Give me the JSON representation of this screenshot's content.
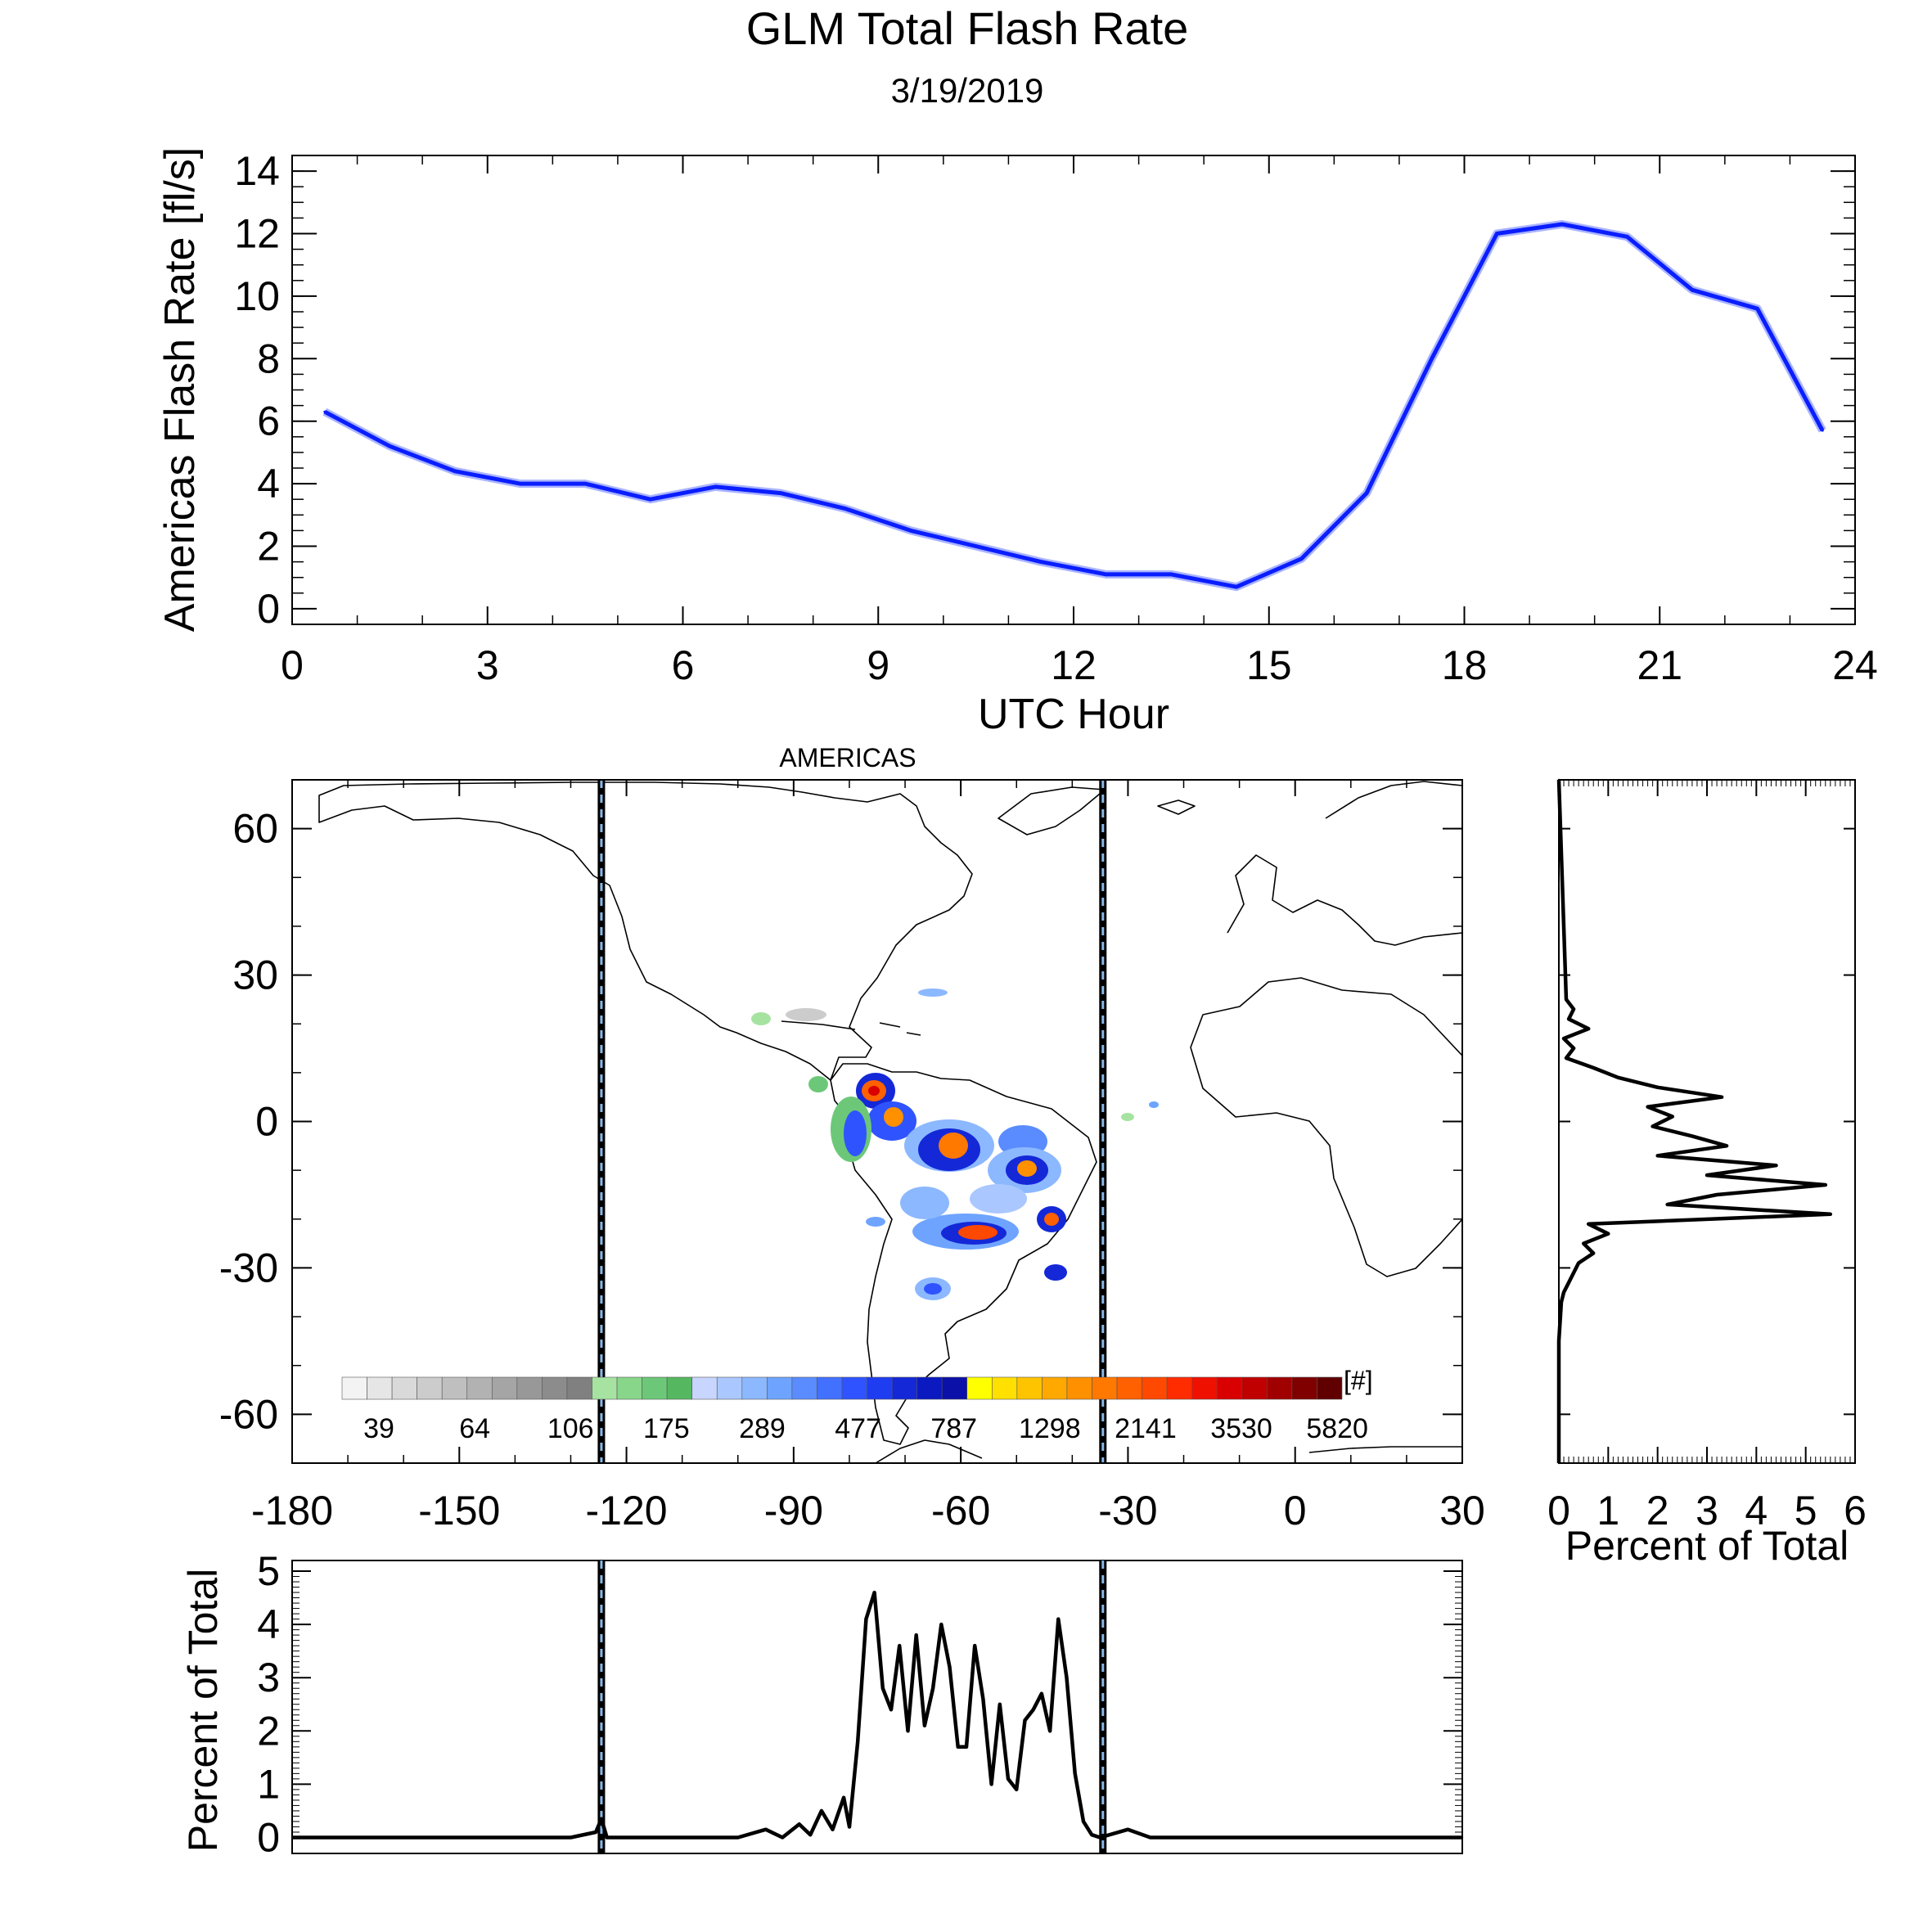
{
  "title": "GLM Total Flash Rate",
  "date": "3/19/2019",
  "colors": {
    "rate_line": "#0a1eff",
    "profile_line": "#000000",
    "bound_dash": "#88b8e8"
  },
  "chart_data": [
    {
      "id": "hourly-rate",
      "type": "line",
      "xlabel": "UTC Hour",
      "ylabel": "Americas Flash Rate [fl/s]",
      "xlim": [
        0,
        24
      ],
      "ylim": [
        -0.5,
        14.5
      ],
      "xticks": [
        "0",
        "3",
        "6",
        "9",
        "12",
        "15",
        "18",
        "21",
        "24"
      ],
      "yticks": [
        "0",
        "2",
        "4",
        "6",
        "8",
        "10",
        "12",
        "14"
      ],
      "x": [
        0.5,
        1.5,
        2.5,
        3.5,
        4.5,
        5.5,
        6.5,
        7.5,
        8.5,
        9.5,
        10.5,
        11.5,
        12.5,
        13.5,
        14.5,
        15.5,
        16.5,
        17.5,
        18.5,
        19.5,
        20.5,
        21.5,
        22.5,
        23.5
      ],
      "y": [
        6.3,
        5.2,
        4.4,
        4.0,
        4.0,
        3.5,
        3.9,
        3.7,
        3.2,
        2.5,
        2.0,
        1.5,
        1.1,
        1.1,
        0.7,
        1.6,
        3.7,
        8.0,
        12.0,
        12.3,
        11.9,
        10.2,
        9.6,
        5.7
      ]
    },
    {
      "id": "flash-density-map",
      "type": "heatmap",
      "title": "AMERICAS",
      "xlim": [
        -180,
        30
      ],
      "ylim": [
        -70,
        70
      ],
      "xticks": [
        "-180",
        "-150",
        "-120",
        "-90",
        "-60",
        "-30",
        "0",
        "30"
      ],
      "yticks": [
        "60",
        "30",
        "0",
        "-30",
        "-60"
      ],
      "domain_bounds_lon": [
        -124.5,
        -34.5
      ],
      "colorbar": {
        "unit": "[#]",
        "labels": [
          "39",
          "64",
          "106",
          "175",
          "289",
          "477",
          "787",
          "1298",
          "2141",
          "3530",
          "5820"
        ],
        "colors": [
          "#f3f3f3",
          "#e6e6e6",
          "#d9d9d9",
          "#cccccc",
          "#bfbfbf",
          "#b2b2b2",
          "#a5a5a5",
          "#989898",
          "#8c8c8c",
          "#808080",
          "#a6e3a1",
          "#88d68a",
          "#6cc878",
          "#55b860",
          "#c8d6ff",
          "#aac8ff",
          "#8cb8ff",
          "#6ea4ff",
          "#5a8cff",
          "#4270ff",
          "#2f54ff",
          "#1e3cf0",
          "#1428d8",
          "#0a1ac0",
          "#0a10a8",
          "#ffff00",
          "#ffe000",
          "#ffc400",
          "#ffa800",
          "#ff9000",
          "#ff7800",
          "#ff6000",
          "#ff4800",
          "#ff2c00",
          "#f01000",
          "#d80000",
          "#c00000",
          "#a00000",
          "#800000",
          "#600000"
        ]
      }
    },
    {
      "id": "lon-profile",
      "type": "line",
      "ylabel": "Percent of Total",
      "xlim": [
        -180,
        30
      ],
      "ylim": [
        -0.3,
        5.2
      ],
      "yticks": [
        "0",
        "1",
        "2",
        "3",
        "4",
        "5"
      ],
      "x": [
        -180,
        -130,
        -125.5,
        -124.5,
        -123.5,
        -118,
        -100,
        -95,
        -92,
        -89,
        -87,
        -85,
        -83,
        -81,
        -80,
        -78.5,
        -77,
        -75.5,
        -74,
        -72.5,
        -71,
        -69.5,
        -68,
        -66.5,
        -65,
        -63.5,
        -62,
        -60.5,
        -59,
        -57.5,
        -56,
        -54.5,
        -53,
        -51.5,
        -50,
        -48.5,
        -47,
        -45.5,
        -44,
        -42.5,
        -41,
        -39.5,
        -38,
        -36.5,
        -35,
        -30,
        -26,
        -20,
        30
      ],
      "y": [
        0,
        0,
        0.1,
        0.35,
        0,
        0,
        0,
        0.15,
        0,
        0.25,
        0.05,
        0.5,
        0.15,
        0.75,
        0.2,
        1.8,
        4.1,
        4.6,
        2.8,
        2.4,
        3.6,
        2.0,
        3.8,
        2.1,
        2.8,
        4.0,
        3.2,
        1.7,
        1.7,
        3.6,
        2.6,
        1.0,
        2.5,
        1.1,
        0.9,
        2.2,
        2.4,
        2.7,
        2.0,
        4.1,
        3.0,
        1.2,
        0.3,
        0.05,
        0,
        0.15,
        0,
        0,
        0
      ]
    },
    {
      "id": "lat-profile",
      "type": "line",
      "xlabel": "Percent of Total",
      "xlim": [
        0,
        6
      ],
      "ylim": [
        -70,
        70
      ],
      "xticks": [
        "0",
        "1",
        "2",
        "3",
        "4",
        "5",
        "6"
      ],
      "lat": [
        70,
        25,
        23,
        21,
        19,
        17,
        15,
        13,
        11,
        9,
        7,
        5,
        3,
        1,
        -1,
        -3,
        -5,
        -7,
        -9,
        -11,
        -13,
        -15,
        -17,
        -19,
        -21,
        -23,
        -25,
        -27,
        -29,
        -31,
        -33,
        -35,
        -37,
        -45,
        -70
      ],
      "pct": [
        0,
        0.15,
        0.3,
        0.2,
        0.6,
        0.1,
        0.3,
        0.15,
        0.7,
        1.2,
        2.0,
        3.3,
        1.8,
        2.3,
        1.9,
        2.7,
        3.4,
        2.0,
        4.4,
        3.0,
        5.4,
        3.2,
        2.2,
        5.5,
        0.6,
        1.0,
        0.5,
        0.7,
        0.4,
        0.3,
        0.2,
        0.1,
        0.05,
        0,
        0
      ]
    }
  ]
}
